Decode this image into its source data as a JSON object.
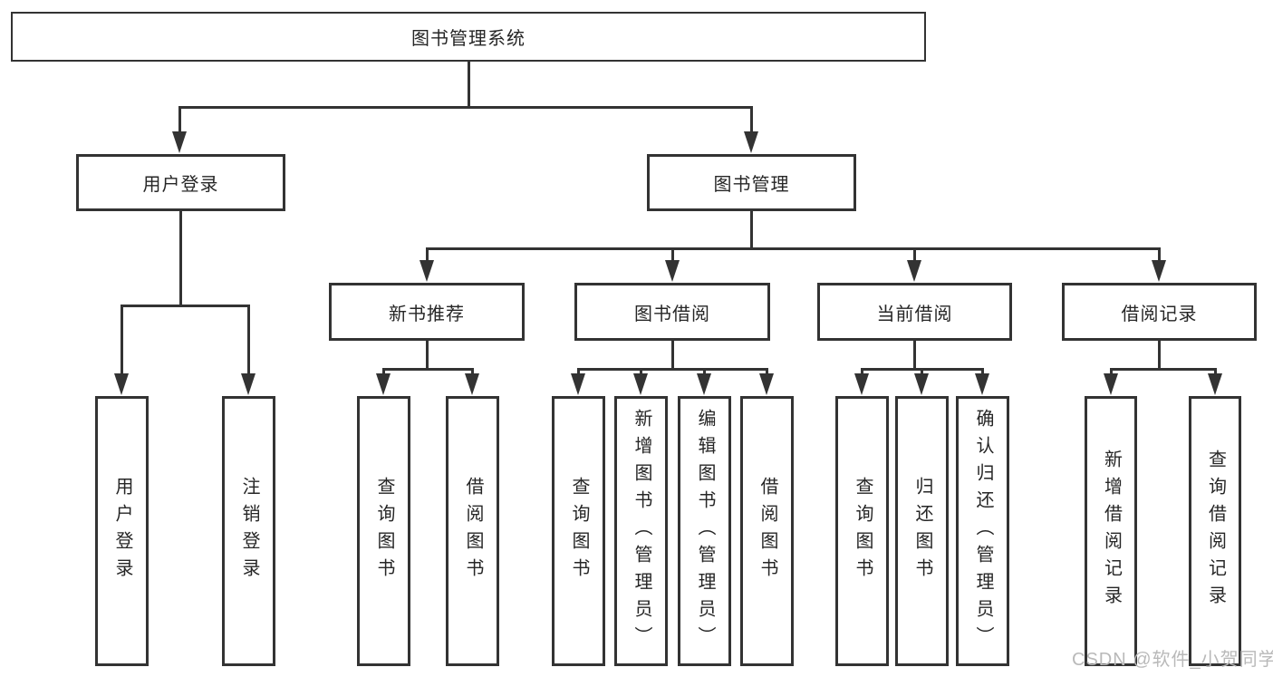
{
  "nodes": {
    "root": {
      "label": "图书管理系统"
    },
    "level2": [
      {
        "label": "用户登录"
      },
      {
        "label": "图书管理"
      }
    ],
    "level3": [
      {
        "label": "新书推荐"
      },
      {
        "label": "图书借阅"
      },
      {
        "label": "当前借阅"
      },
      {
        "label": "借阅记录"
      }
    ],
    "leaves": {
      "user_login": [
        "用户登录",
        "注销登录"
      ],
      "new_book_recommend": [
        "查询图书",
        "借阅图书"
      ],
      "book_borrow": [
        "查询图书",
        "新增图书（管理员）",
        "编辑图书（管理员）",
        "借阅图书"
      ],
      "current_borrow": [
        "查询图书",
        "归还图书",
        "确认归还（管理员）"
      ],
      "borrow_records": [
        "新增借阅记录",
        "查询借阅记录"
      ]
    }
  },
  "watermark": {
    "text": "CSDN @软件_小贺同学"
  },
  "colors": {
    "line": "#333333",
    "text": "#262626",
    "node_background": "#ffffff",
    "page_background": "#ffffff",
    "watermark": "#b9b9b9"
  }
}
